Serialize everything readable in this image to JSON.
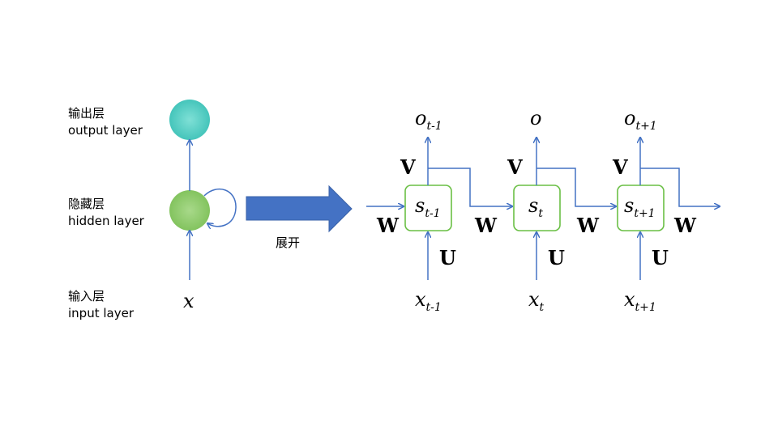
{
  "left": {
    "output_label_cn": "输出层",
    "output_label_en": "output layer",
    "hidden_label_cn": "隐藏层",
    "hidden_label_en": "hidden layer",
    "input_label_cn": "输入层",
    "input_label_en": "input layer",
    "input_symbol": "x"
  },
  "arrow_label": "展开",
  "unrolled": {
    "steps": [
      {
        "s_base": "s",
        "s_sub": "t-1",
        "x_base": "x",
        "x_sub": "t-1",
        "o_base": "o",
        "o_sub": "t-1"
      },
      {
        "s_base": "s",
        "s_sub": "t",
        "x_base": "x",
        "x_sub": "t",
        "o_base": "o",
        "o_sub": ""
      },
      {
        "s_base": "s",
        "s_sub": "t+1",
        "x_base": "x",
        "x_sub": "t+1",
        "o_base": "o",
        "o_sub": "t+1"
      }
    ],
    "weight_w": "W",
    "weight_u": "U",
    "weight_v": "V"
  },
  "colors": {
    "line": "#4472c4",
    "output_node": "#4cc9c0",
    "hidden_node": "#8cc95f",
    "box_border": "#6abf45",
    "big_arrow": "#4472c4"
  }
}
